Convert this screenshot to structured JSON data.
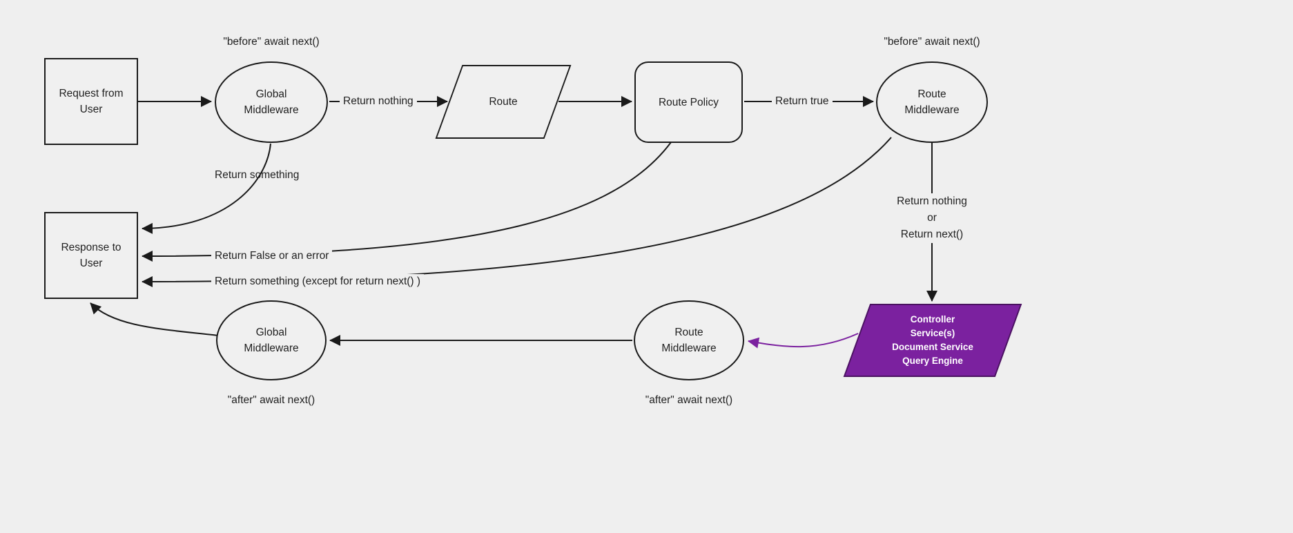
{
  "colors": {
    "background": "#efefef",
    "node_fill": "#f0f0f0",
    "stroke": "#1a1a1a",
    "text": "#212121",
    "accent_purple": "#7b219f",
    "accent_purple_text": "#ffffff"
  },
  "nodes": {
    "request_from_user": {
      "label": "Request from User"
    },
    "global_middleware_top": {
      "label": "Global Middleware",
      "annotation": "\"before\" await next()"
    },
    "route": {
      "label": "Route"
    },
    "route_policy": {
      "label": "Route Policy"
    },
    "route_middleware_top": {
      "label": "Route Middleware",
      "annotation": "\"before\" await next()"
    },
    "response_to_user": {
      "label": "Response to User"
    },
    "controller_stack": {
      "lines": [
        "Controller",
        "Service(s)",
        "Document Service",
        "Query Engine"
      ]
    },
    "route_middleware_bottom": {
      "label": "Route Middleware",
      "annotation": "\"after\" await next()"
    },
    "global_middleware_bottom": {
      "label": "Global Middleware",
      "annotation": "\"after\" await next()"
    }
  },
  "edges": {
    "return_nothing": "Return nothing",
    "return_true": "Return true",
    "return_something": "Return something",
    "return_false_or_error": "Return False or an error",
    "return_something_except": "Return something (except for return next() )",
    "return_nothing_or_next": [
      "Return nothing",
      "or",
      "Return next()"
    ]
  }
}
